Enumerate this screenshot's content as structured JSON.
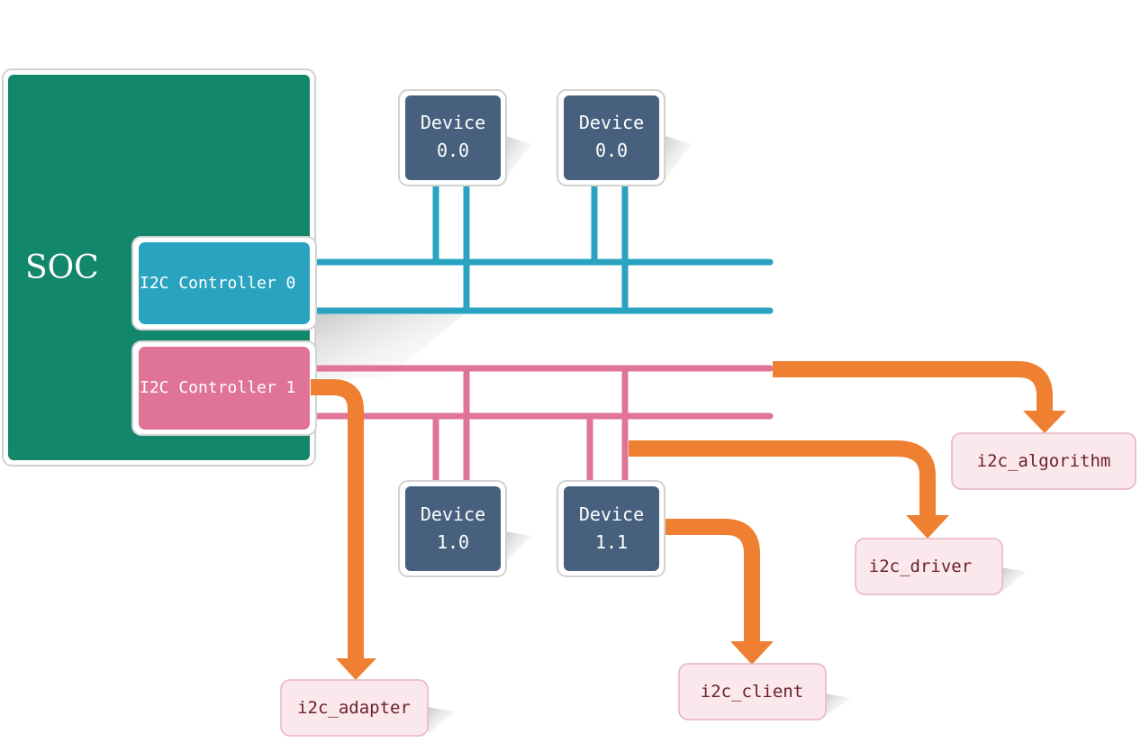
{
  "soc": {
    "label": "SOC"
  },
  "controllers": [
    {
      "label": "I2C Controller 0"
    },
    {
      "label": "I2C Controller 1"
    }
  ],
  "devices": [
    {
      "line1": "Device",
      "line2": "0.0"
    },
    {
      "line1": "Device",
      "line2": "0.0"
    },
    {
      "line1": "Device",
      "line2": "1.0"
    },
    {
      "line1": "Device",
      "line2": "1.1"
    }
  ],
  "structures": {
    "adapter": "i2c_adapter",
    "client": "i2c_client",
    "driver": "i2c_driver",
    "algorithm": "i2c_algorithm"
  },
  "colors": {
    "soc": "#13876c",
    "bus0": "#2aa3c0",
    "bus1": "#e07497",
    "device": "#46607e",
    "arrow": "#ef7f31",
    "label_box": "#fbe8ec",
    "label_border": "#e8b4c0"
  }
}
